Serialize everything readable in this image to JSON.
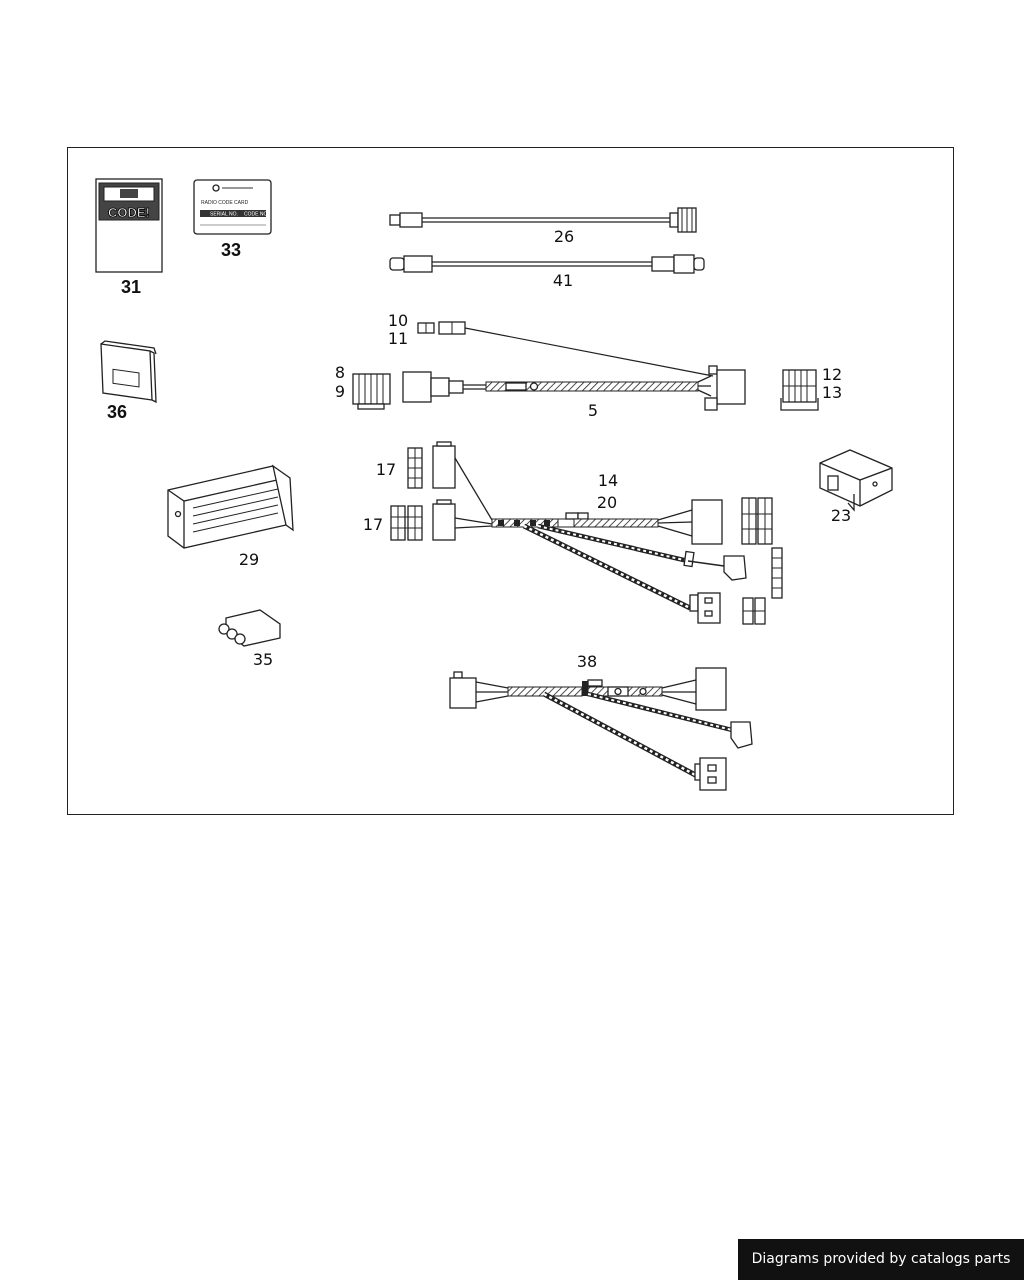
{
  "diagram": {
    "callouts": {
      "p31": "31",
      "p33": "33",
      "p36": "36",
      "p29": "29",
      "p35": "35",
      "p26": "26",
      "p41": "41",
      "p10": "10",
      "p11": "11",
      "p8": "8",
      "p9": "9",
      "p5": "5",
      "p12": "12",
      "p13": "13",
      "p17a": "17",
      "p17b": "17",
      "p14": "14",
      "p20": "20",
      "p23": "23",
      "p38": "38"
    },
    "code_sticker_text": "CODE!",
    "code_card": {
      "title": "RADIO CODE CARD",
      "serial_label": "SERIAL NO.",
      "code_label": "CODE NO."
    }
  },
  "footer": {
    "credit": "Diagrams provided by catalogs parts"
  }
}
